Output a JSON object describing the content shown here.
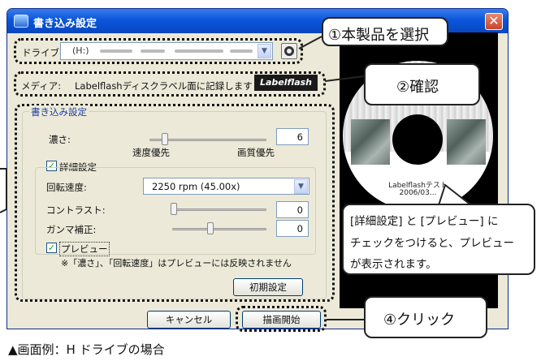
{
  "window": {
    "title": "書き込み設定",
    "close_glyph": "✕",
    "drive_label": "ドライブ名:",
    "drive_value": "(H:)",
    "media_label": "メディア:",
    "media_value": "Labelflashディスクラベル面に記録します",
    "media_logo": "Labelflash",
    "group_title": "書き込み設定",
    "density_label": "濃さ:",
    "density_value": "6",
    "density_left": "速度優先",
    "density_right": "画質優先",
    "detail_label": "詳細設定",
    "speed_label": "回転速度:",
    "speed_value": "2250 rpm (45.00x)",
    "contrast_label": "コントラスト:",
    "contrast_value": "0",
    "gamma_label": "ガンマ補正:",
    "gamma_value": "0",
    "preview_label": "プレビュー",
    "preview_note": "※「濃さ」、「回転速度」はプレビューには反映されません",
    "reset_button": "初期設定",
    "cancel_button": "キャンセル",
    "start_button": "描画開始",
    "disc_title": "Labelflashテスト",
    "disc_subtitle": "2006/03..."
  },
  "callouts": {
    "select_product": "①本製品を選択",
    "confirm": "②確認",
    "note_lines": [
      "[詳細設定] と [プレビュー] に",
      "チェックをつけると、プレビュー",
      "が表示されます。"
    ],
    "click": "④クリック"
  },
  "caption": "▲画面例：H ドライブの場合",
  "colors": {
    "titlebar": "#0a56dc",
    "dialog_bg": "#ece9d8",
    "close_button": "#c8442a"
  }
}
